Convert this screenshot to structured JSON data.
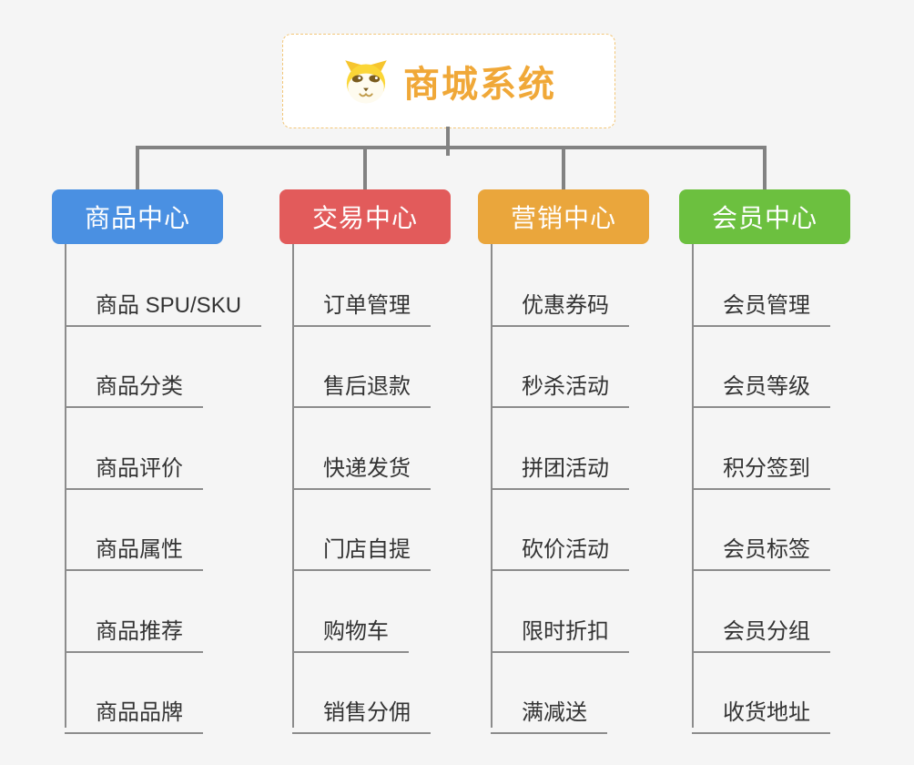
{
  "root": {
    "title": "商城系统",
    "icon": "dog-face-icon"
  },
  "branches": [
    {
      "label": "商品中心",
      "color": "#4A90E2",
      "children": [
        "商品 SPU/SKU",
        "商品分类",
        "商品评价",
        "商品属性",
        "商品推荐",
        "商品品牌"
      ]
    },
    {
      "label": "交易中心",
      "color": "#E25B5B",
      "children": [
        "订单管理",
        "售后退款",
        "快递发货",
        "门店自提",
        "购物车",
        "销售分佣"
      ]
    },
    {
      "label": "营销中心",
      "color": "#EAA63C",
      "children": [
        "优惠券码",
        "秒杀活动",
        "拼团活动",
        "砍价活动",
        "限时折扣",
        "满减送"
      ]
    },
    {
      "label": "会员中心",
      "color": "#6CC03F",
      "children": [
        "会员管理",
        "会员等级",
        "积分签到",
        "会员标签",
        "会员分组",
        "收货地址"
      ]
    }
  ],
  "colors": {
    "background": "#F5F5F5",
    "connector": "#828282",
    "branch_line": "#8C8C8C",
    "root_title": "#F0A838",
    "root_border": "#F3C677",
    "child_text": "#333333"
  }
}
